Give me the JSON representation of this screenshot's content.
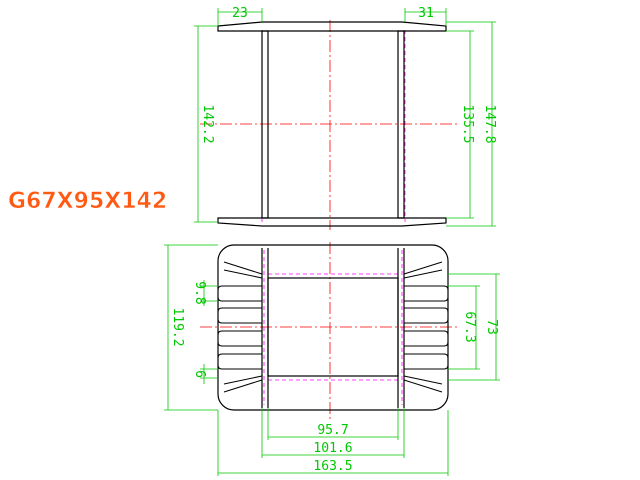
{
  "title": "G67X95X142",
  "colors": {
    "outline": "#000000",
    "dimension": "#00c800",
    "centerline": "#ff0000",
    "hidden": "#ff00ff",
    "title": "#ff5a14"
  },
  "top_view": {
    "dims": {
      "left_flange": "23",
      "right_flange": "31",
      "height_left": "142.2",
      "height_inner": "135.5",
      "height_outer": "147.8"
    }
  },
  "bottom_view": {
    "dims": {
      "slot_gap": "9.8",
      "total_height": "119.2",
      "pin_pitch": "6",
      "inner_height": "67.3",
      "right_height": "73",
      "inner_width": "95.7",
      "mid_width": "101.6",
      "total_width": "163.5"
    }
  }
}
